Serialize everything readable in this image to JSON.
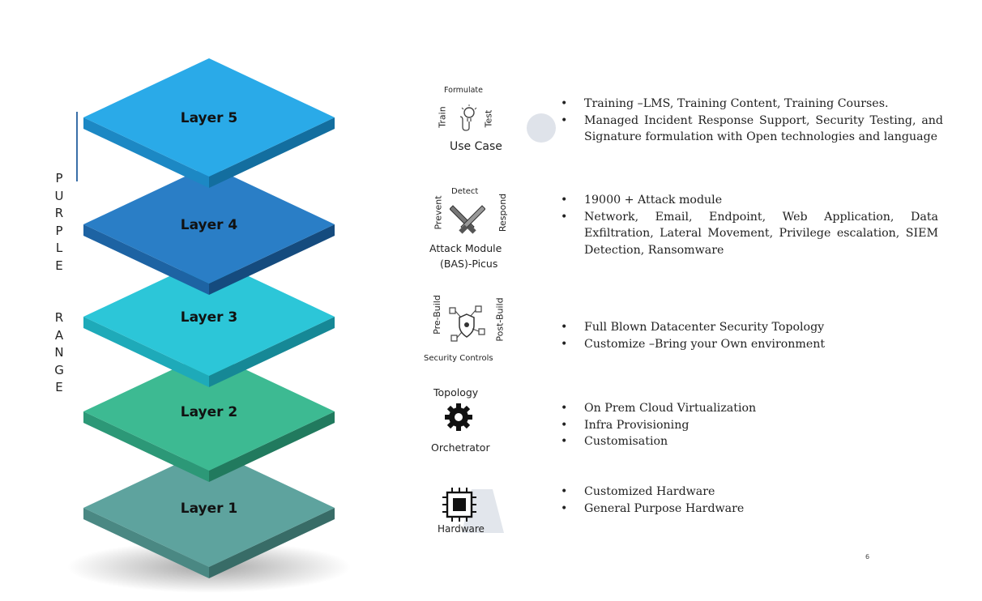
{
  "side_label": "PURPLE  RANGE",
  "layers": [
    {
      "label": "Layer 5",
      "top": "#2aaae8",
      "side": "#1c88c4",
      "dark": "#136e9f"
    },
    {
      "label": "Layer 4",
      "top": "#2a7ec6",
      "side": "#1d63a3",
      "dark": "#154b7e"
    },
    {
      "label": "Layer 3",
      "top": "#2cc6d8",
      "side": "#1eaab9",
      "dark": "#168896"
    },
    {
      "label": "Layer 2",
      "top": "#3dba92",
      "side": "#2c9877",
      "dark": "#217a5e"
    },
    {
      "label": "Layer 1",
      "top": "#5ea39e",
      "side": "#4a8883",
      "dark": "#386c67"
    }
  ],
  "icons": {
    "layer5": {
      "top": "Formulate",
      "left": "Train",
      "right": "Test",
      "bottom": "Use Case"
    },
    "layer4": {
      "top": "Detect",
      "left": "Prevent",
      "right": "Respond",
      "bottom1": "Attack Module",
      "bottom2": "(BAS)-Picus"
    },
    "layer3": {
      "left": "Pre-Build",
      "right": "Post-Build",
      "bottom": "Security Controls"
    },
    "layer2": {
      "top": "Topology",
      "bottom": "Orchetrator"
    },
    "layer1": {
      "bottom": "Hardware"
    }
  },
  "descriptions": {
    "layer5": [
      "Training –LMS, Training Content, Training Courses.",
      "Managed Incident Response Support, Security Testing, and Signature formulation with Open technologies and language"
    ],
    "layer4": [
      "19000 + Attack module",
      "Network, Email, Endpoint, Web Application, Data Exfiltration, Lateral Movement, Privilege escalation, SIEM Detection, Ransomware"
    ],
    "layer3": [
      "Full Blown Datacenter Security Topology",
      "Customize –Bring your Own environment"
    ],
    "layer2": [
      "On Prem Cloud Virtualization",
      "Infra Provisioning",
      "Customisation"
    ],
    "layer1": [
      "Customized Hardware",
      "General Purpose Hardware"
    ]
  },
  "page_number": "6"
}
